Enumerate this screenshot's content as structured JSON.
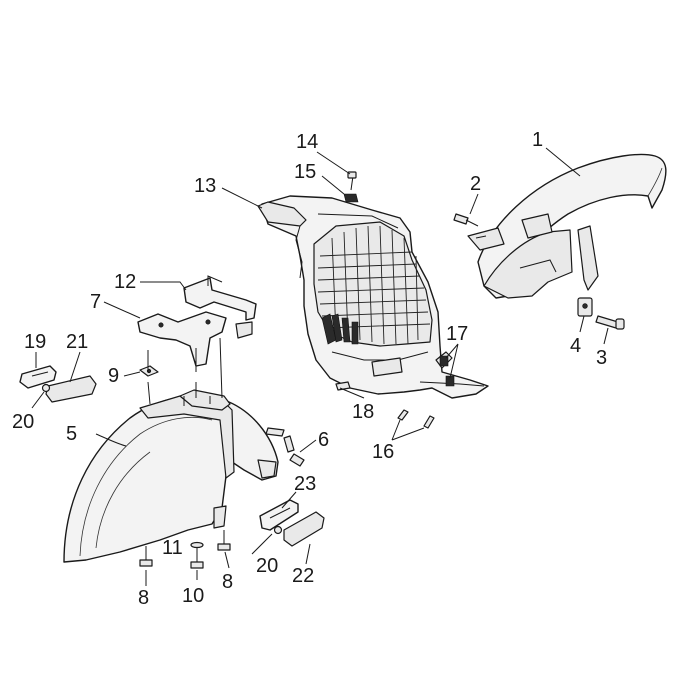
{
  "callouts": [
    {
      "id": "c1",
      "text": "1"
    },
    {
      "id": "c2",
      "text": "2"
    },
    {
      "id": "c3",
      "text": "3"
    },
    {
      "id": "c4",
      "text": "4"
    },
    {
      "id": "c5",
      "text": "5"
    },
    {
      "id": "c6",
      "text": "6"
    },
    {
      "id": "c7",
      "text": "7"
    },
    {
      "id": "c8a",
      "text": "8"
    },
    {
      "id": "c8b",
      "text": "8"
    },
    {
      "id": "c9",
      "text": "9"
    },
    {
      "id": "c10",
      "text": "10"
    },
    {
      "id": "c11",
      "text": "11"
    },
    {
      "id": "c12",
      "text": "12"
    },
    {
      "id": "c13",
      "text": "13"
    },
    {
      "id": "c14",
      "text": "14"
    },
    {
      "id": "c15",
      "text": "15"
    },
    {
      "id": "c16",
      "text": "16"
    },
    {
      "id": "c17",
      "text": "17"
    },
    {
      "id": "c18",
      "text": "18"
    },
    {
      "id": "c19",
      "text": "19"
    },
    {
      "id": "c20a",
      "text": "20"
    },
    {
      "id": "c20b",
      "text": "20"
    },
    {
      "id": "c21",
      "text": "21"
    },
    {
      "id": "c22",
      "text": "22"
    },
    {
      "id": "c23",
      "text": "23"
    }
  ]
}
